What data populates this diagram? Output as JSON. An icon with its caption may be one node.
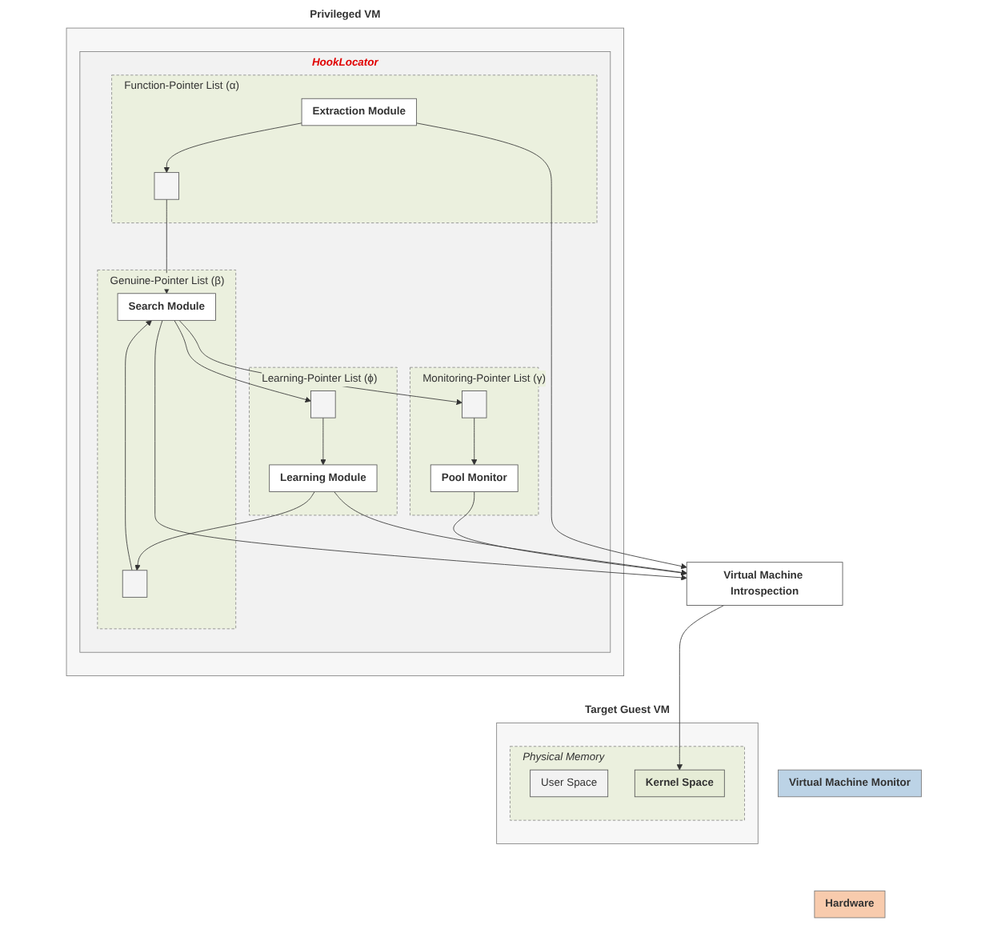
{
  "diagram": {
    "nodes": [
      {
        "text": [
          "Privileged VM"
        ]
      },
      {
        "text": [
          "HookLocator"
        ],
        "in": 0
      },
      {
        "text": [
          "Function-Pointer List (α)"
        ],
        "in": 1
      },
      {
        "text": [],
        "shape": "bar",
        "in": 2
      },
      {
        "text": [
          "Extraction Module"
        ],
        "in": 2
      },
      {
        "text": [
          "Genuine-Pointer List (β)"
        ],
        "in": 1
      },
      {
        "text": [],
        "shape": "bar",
        "in": 5
      },
      {
        "text": [
          "Search Module"
        ],
        "in": 5
      },
      {
        "text": [
          "Learning-Pointer List (ϕ)"
        ],
        "in": 1
      },
      {
        "text": [],
        "shape": "bar",
        "in": 8
      },
      {
        "text": [
          "Learning Module"
        ],
        "in": 8
      },
      {
        "text": [
          "Monitoring-Pointer List (γ)"
        ],
        "in": 1
      },
      {
        "text": [],
        "shape": "bar",
        "in": 11
      },
      {
        "text": [
          "Pool Monitor"
        ],
        "in": 11
      },
      {
        "text": [
          "Target Guest VM"
        ]
      },
      {
        "text": [
          "Physical Memory"
        ],
        "in": 14
      },
      {
        "text": [
          "User Space"
        ],
        "in": 15
      },
      {
        "text": [
          "Kernel Space"
        ],
        "in": 15
      },
      {
        "text": [
          "Virtual Machine Introspection"
        ]
      },
      {
        "text": [
          "Virtual Machine Monitor"
        ]
      },
      {
        "text": [
          "Hardware"
        ]
      }
    ],
    "edges": [
      {
        "from": 4,
        "to": 3,
        "arrow": "to"
      },
      {
        "from": 3,
        "to": 7,
        "arrow": "to"
      },
      {
        "from": 6,
        "to": 7,
        "arrow": "to"
      },
      {
        "from": 7,
        "to": 12,
        "arrow": "to"
      },
      {
        "from": 7,
        "to": 9,
        "arrow": "to"
      },
      {
        "from": 10,
        "to": 6,
        "arrow": "to"
      },
      {
        "from": 9,
        "to": 10,
        "arrow": "to"
      },
      {
        "from": 12,
        "to": 13,
        "arrow": "to"
      },
      {
        "from": 4,
        "to": 18,
        "arrow": "to"
      },
      {
        "from": 7,
        "to": 18,
        "arrow": "to"
      },
      {
        "from": 10,
        "to": 18,
        "arrow": "to"
      },
      {
        "from": 13,
        "to": 18,
        "arrow": "to"
      },
      {
        "from": 18,
        "to": 17,
        "arrow": "to"
      }
    ]
  }
}
